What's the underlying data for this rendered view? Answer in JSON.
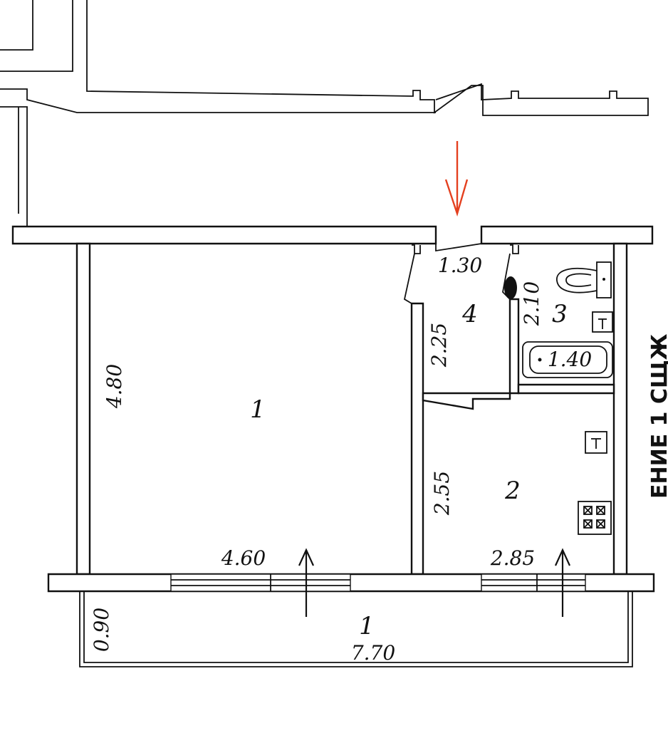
{
  "plan": {
    "room_labels": {
      "room_1": "1",
      "room_2": "2",
      "room_3": "3",
      "room_4": "4",
      "balcony": "1"
    },
    "dimensions": {
      "room1_width": "4.60",
      "room1_depth": "4.80",
      "room2_width": "2.85",
      "room2_depth": "2.55",
      "hall_width": "1.30",
      "hall_depth": "2.25",
      "bath_depth": "2.10",
      "bath_width": "1.40",
      "balcony_length": "7.70",
      "balcony_depth": "0.90"
    },
    "icons": [
      "toilet-icon",
      "bathtub-icon",
      "sink-icon",
      "stove-icon",
      "entry-arrow-icon",
      "window-arrow-icon"
    ],
    "colors": {
      "line": "#111111",
      "entry_arrow": "#e4401f"
    },
    "side_text": "ЕНИЕ 1 СЩЖ"
  }
}
